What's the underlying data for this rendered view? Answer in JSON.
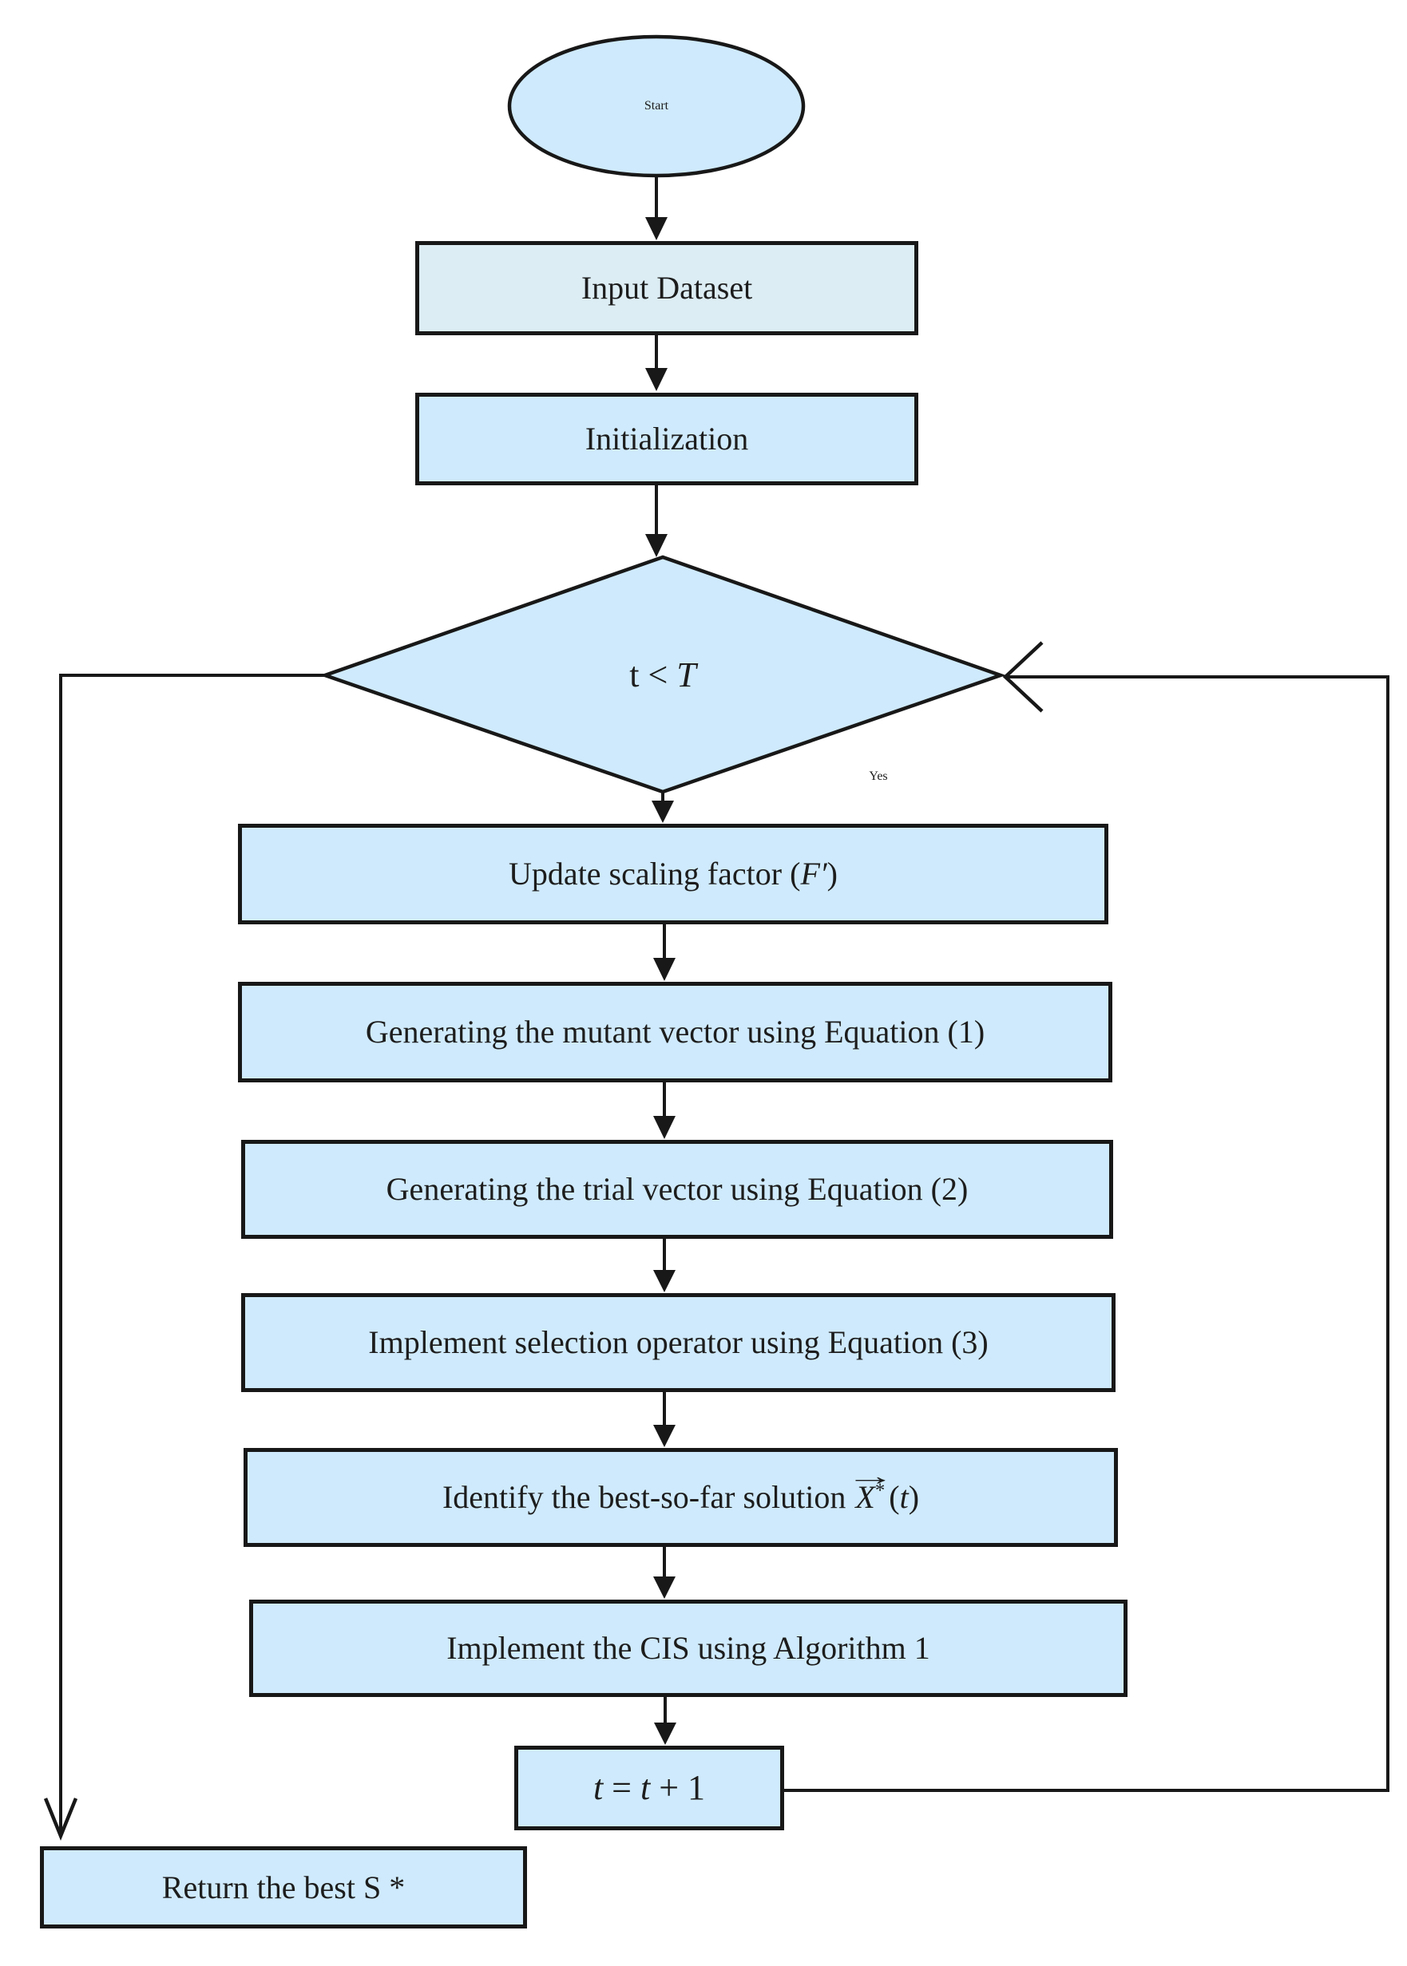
{
  "flowchart": {
    "colors": {
      "fill": "#cfeafc",
      "fill_input": "#dcedf3",
      "ink": "#181818",
      "text": "#1d1d1d"
    },
    "edge_labels": {
      "yes": "Yes"
    },
    "nodes": {
      "start": {
        "label": "Start"
      },
      "input_dataset": {
        "label": "Input Dataset"
      },
      "initialization": {
        "label": "Initialization"
      },
      "decision": {
        "lhs": "t",
        "op": " < ",
        "rhs": "T"
      },
      "update_scaling_factor": {
        "prefix": "Update scaling factor (",
        "variable": "F′",
        "suffix": ")"
      },
      "generate_mutant_vector": {
        "label": "Generating the mutant vector using Equation (1)"
      },
      "generate_trial_vector": {
        "label": "Generating the trial vector using Equation (2)"
      },
      "selection_operator": {
        "label": "Implement selection operator using Equation (3)"
      },
      "identify_best_solution": {
        "prefix": "Identify the best-so-far solution",
        "vector_base": "X",
        "vector_sup": "*",
        "vector_arrow": "→",
        "open_paren": "(",
        "arg": "t",
        "close_paren": ")"
      },
      "implement_cis": {
        "label": "Implement the CIS using Algorithm 1"
      },
      "increment": {
        "lhs": "t",
        "eq": " = ",
        "rhs_var": "t",
        "rhs_rest": " + 1"
      },
      "return_best": {
        "label": "Return the best S *"
      }
    }
  }
}
